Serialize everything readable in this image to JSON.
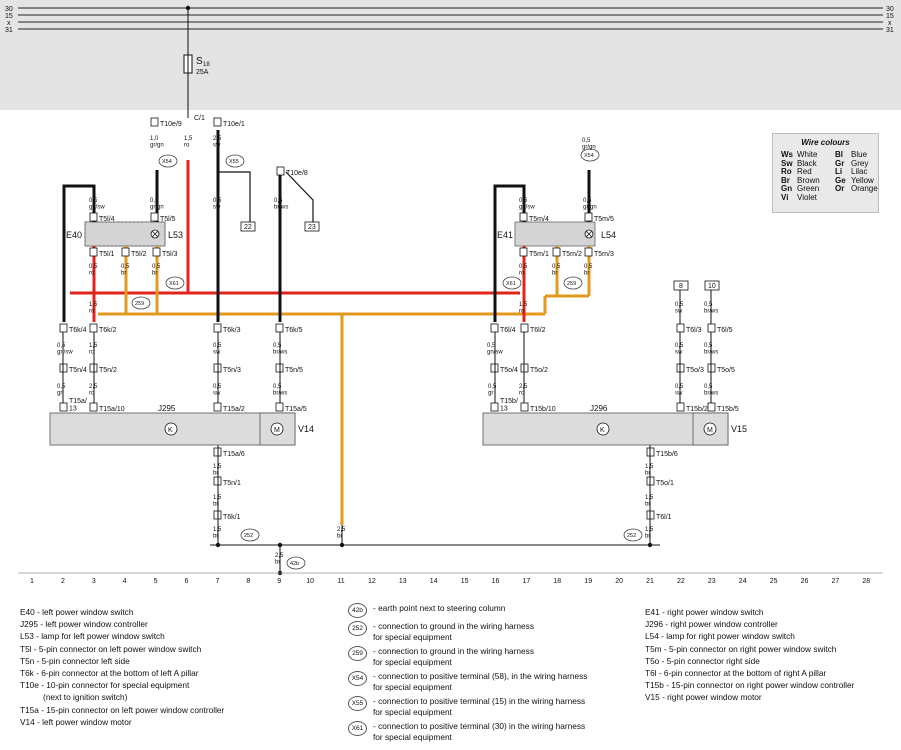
{
  "rails": {
    "left": [
      "30",
      "15",
      "x",
      "31"
    ],
    "right": [
      "30",
      "15",
      "x",
      "31"
    ]
  },
  "fuse": {
    "name": "S",
    "sub": "18",
    "rating": "25A"
  },
  "c1_label": "C/1",
  "connectors": {
    "t10e9": "T10e/9",
    "t10e1": "T10e/1",
    "t10e8": "T10e/8",
    "t5l4": "T5l/4",
    "t5l5": "T5l/5",
    "t5l1": "T5l/1",
    "t5l2": "T5l/2",
    "t5l3": "T5l/3",
    "t5m4": "T5m/4",
    "t5m5": "T5m/5",
    "t5m1": "T5m/1",
    "t5m2": "T5m/2",
    "t5m3": "T5m/3",
    "t6k4": "T6k/4",
    "t6k2": "T6k/2",
    "t6k3": "T6k/3",
    "t6k5": "T6k/5",
    "t6k1": "T6k/1",
    "t6l4": "T6l/4",
    "t6l2": "T6l/2",
    "t6l3": "T6l/3",
    "t6l5": "T6l/5",
    "t6l1": "T6l/1",
    "t5n4": "T5n/4",
    "t5n2": "T5n/2",
    "t5n3": "T5n/3",
    "t5n5": "T5n/5",
    "t5n1": "T5n/1",
    "t5o4": "T5o/4",
    "t5o2": "T5o/2",
    "t5o3": "T5o/3",
    "t5o5": "T5o/5",
    "t5o1": "T5o/1",
    "t15a13": "T15a/\n13",
    "t15a10": "T15a/10",
    "t15a2": "T15a/2",
    "t15a5": "T15a/5",
    "t15a6": "T15a/6",
    "t15b13": "T15b/\n13",
    "t15b10": "T15b/10",
    "t15b2": "T15b/2",
    "t15b5": "T15b/5",
    "t15b6": "T15b/6"
  },
  "wires": {
    "w_c1": "1,5\nro",
    "w_t10e9": "1,0\ngr/gn",
    "w_t10e1": "2,5\nsw",
    "w_e40_a": "0,5\ngn/sw",
    "w_e40_b": "0,5\ngr/gn",
    "w_sw1": "0,5\nsw",
    "w_brws1": "0,5\nbr/ws",
    "w_e40_c": "0,5\nro",
    "w_e40_d": "0,5\nbr",
    "w_e40_e": "0,5\nbr",
    "w_e41_a": "0,5\ngn/sw",
    "w_e41_b": "0,5\ngr/gn",
    "w_e41_c": "0,5\nro",
    "w_e41_d": "0,5\nbr",
    "w_e41_e": "0,5\nbr",
    "w_x54r": "0,5\ngr/gn",
    "w_l1": "1,5\nro",
    "w_l2": "0,5\ngn/sw",
    "w_l3": "1,5\nro",
    "w_l4": "2,5\nro",
    "w_l5": "0,5\nsw",
    "w_l6": "0,5\nbr/ws",
    "w_l7": "0,5\nsw",
    "w_l8": "0,5\nbr/ws",
    "w_l9": "0,5\ngr",
    "w_l10": "0,5\nbr/ws",
    "w_l11": "0,5\nsw",
    "w_r1": "0,5\ngn/sw",
    "w_r2": "1,5\nro",
    "w_r3": "0,5\nsw",
    "w_r4": "0,5\nbr/ws",
    "w_r5": "0,5\nsw",
    "w_r6": "0,5\nbr/ws",
    "w_r7": "0,5\ngr",
    "w_r8": "2,5\nro",
    "w_r9": "0,5\nsw",
    "w_r10": "0,5\nbr/ws",
    "w_gl1": "1,5\nbr",
    "w_gl2": "1,5\nbr",
    "w_gl3": "1,5\nbr",
    "w_gr1": "1,5\nbr",
    "w_gr2": "1,5\nbr",
    "w_gr3": "1,5\nbr",
    "w_gmid": "2,5\nbr",
    "w_gbot": "2,5\nbr",
    "w_sw2": "0,5\nsw",
    "w_brws2": "0,5\nbr/ws"
  },
  "components": {
    "e40": "E40",
    "l53": "L53",
    "e41": "E41",
    "l54": "L54",
    "j295": "J295",
    "v14": "V14",
    "j296": "J296",
    "v15": "V15",
    "relay_k": "K",
    "motor_m": "M"
  },
  "boxes": {
    "b22": "22",
    "b23": "23",
    "b8": "8",
    "b10": "10"
  },
  "circles": {
    "x54": "X54",
    "x55": "X55",
    "x61": "X61",
    "g259": "259",
    "g252": "252",
    "g42b": "42b"
  },
  "track_numbers": [
    "1",
    "2",
    "3",
    "4",
    "5",
    "6",
    "7",
    "8",
    "9",
    "10",
    "11",
    "12",
    "13",
    "14",
    "15",
    "16",
    "17",
    "18",
    "19",
    "20",
    "21",
    "22",
    "23",
    "24",
    "25",
    "26",
    "27",
    "28"
  ],
  "wire_colours": {
    "title": "Wire colours",
    "rows": [
      [
        "Ws",
        "White",
        "Bl",
        "Blue"
      ],
      [
        "Sw",
        "Black",
        "Gr",
        "Grey"
      ],
      [
        "Ro",
        "Red",
        "Li",
        "Lilac"
      ],
      [
        "Br",
        "Brown",
        "Ge",
        "Yellow"
      ],
      [
        "Gn",
        "Green",
        "Or",
        "Orange"
      ],
      [
        "Vi",
        "Violet",
        "",
        ""
      ]
    ]
  },
  "legend_left": [
    "E40 - left power window switch",
    "J295 - left power window controller",
    "L53 - lamp for left power window switch",
    "T5l - 5-pin connector on left power window switch",
    "T5n - 5-pin connector left side",
    "T6k - 6-pin connector at the bottom of left A pillar",
    "T10e - 10-pin connector for special equipment",
    "          (next to ignition switch)",
    "T15a - 15-pin connector on left power window controller",
    "V14 - left power window motor"
  ],
  "legend_mid": [
    {
      "sym": "42b",
      "text": "- earth point next to steering column"
    },
    {
      "sym": "252",
      "text": "- connection to ground in the wiring harness\n  for special equipment"
    },
    {
      "sym": "259",
      "text": "- connection to ground in the wiring harness\n  for special equipment"
    },
    {
      "sym": "X54",
      "text": "- connection to positive terminal (58), in the wiring harness\n  for special equipment"
    },
    {
      "sym": "X55",
      "text": "- connection to positive terminal (15) in the wiring harness\n  for special equipment"
    },
    {
      "sym": "X61",
      "text": "- connection to positive terminal (30) in the wiring harness\n  for special equipment"
    }
  ],
  "legend_right": [
    "E41 - right power window switch",
    "J296 - right power window controller",
    "L54 - lamp for right power window switch",
    "T5m - 5-pin connector on right power window switch",
    "T5o - 5-pin connector right side",
    "T6l - 6-pin connector at the bottom of right A pillar",
    "T15b - 15-pin connector on right power window controller",
    "V15 - right power window motor"
  ],
  "colors": {
    "red": "#e0231b",
    "orange": "#e39a1c",
    "black": "#111111",
    "grey_band": "#e4e4e4"
  }
}
